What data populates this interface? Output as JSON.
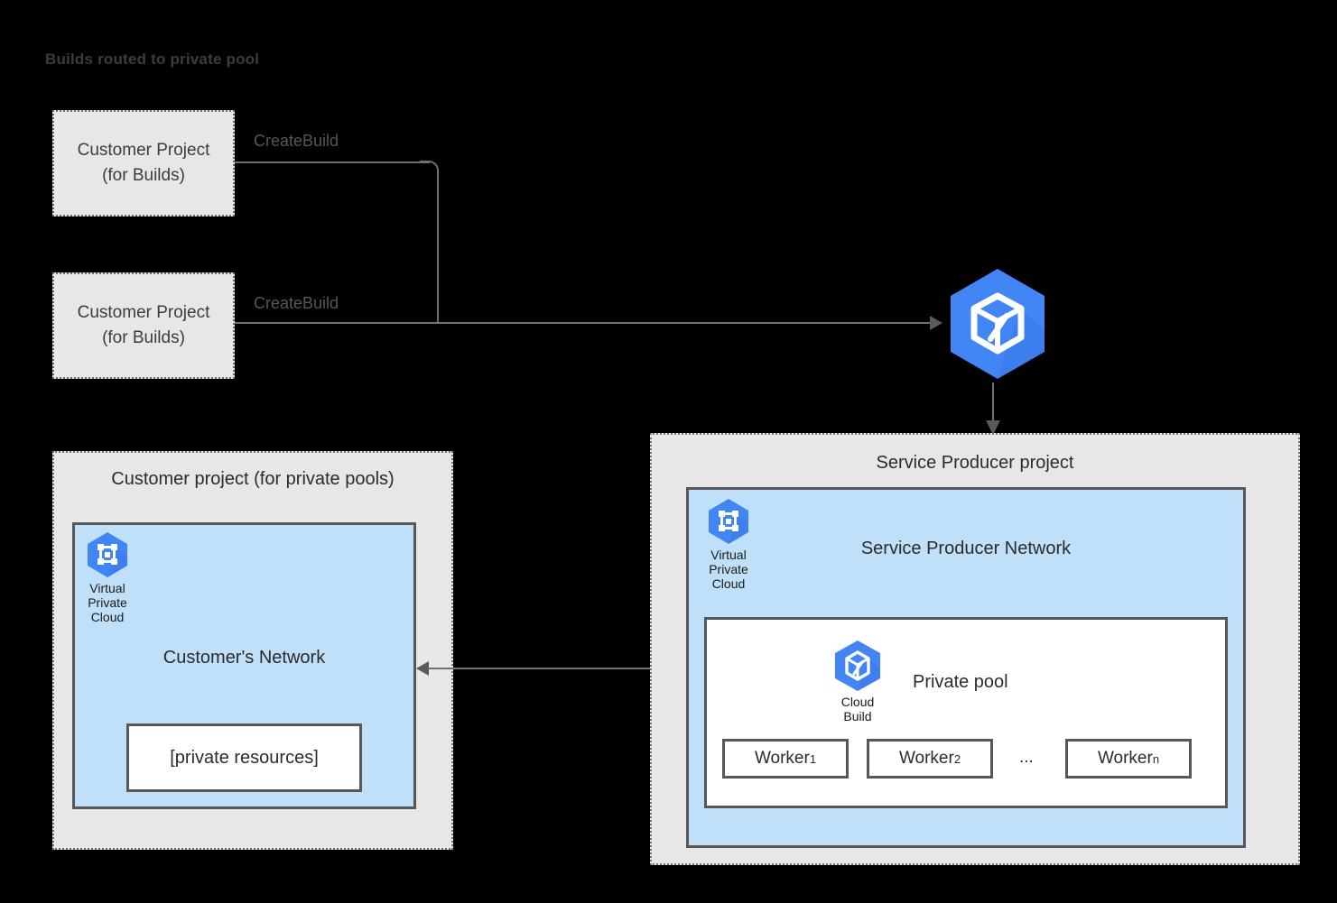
{
  "title": "Builds routed to private pool",
  "colors": {
    "background": "#000000",
    "panel_gray": "#e7e7e7",
    "network_blue": "#bfe0f8",
    "icon_blue": "#4285f4",
    "border_gray": "#575757",
    "line_gray": "#707070",
    "text_dark": "#2b2b2b"
  },
  "build_projects": [
    {
      "line1": "Customer Project",
      "line2": "(for Builds)",
      "edge_label": "CreateBuild"
    },
    {
      "line1": "Customer Project",
      "line2": "(for Builds)",
      "edge_label": "CreateBuild"
    }
  ],
  "cloud_build_service": {
    "icon": "cloud-build-icon"
  },
  "customer_panel": {
    "title": "Customer project (for private pools)",
    "network_title": "Customer's Network",
    "vpc_icon": "virtual-private-cloud-icon",
    "vpc_caption_lines": [
      "Virtual",
      "Private",
      "Cloud"
    ],
    "resource_box": "[private resources]"
  },
  "producer_panel": {
    "title": "Service Producer project",
    "network_title": "Service Producer Network",
    "vpc_icon": "virtual-private-cloud-icon",
    "vpc_caption_lines": [
      "Virtual",
      "Private",
      "Cloud"
    ],
    "pool": {
      "label": "Private pool",
      "icon": "cloud-build-icon",
      "icon_caption_lines": [
        "Cloud",
        "Build"
      ],
      "workers": [
        {
          "name": "Worker",
          "sub": "1"
        },
        {
          "name": "Worker",
          "sub": "2"
        },
        {
          "name": "Worker",
          "sub": "n"
        }
      ],
      "ellipsis": "..."
    }
  },
  "connectors": {
    "peering_arrow": "bidirectional-peering-arrow",
    "dispatch_arrow": "cloud-build-to-producer-arrow"
  }
}
